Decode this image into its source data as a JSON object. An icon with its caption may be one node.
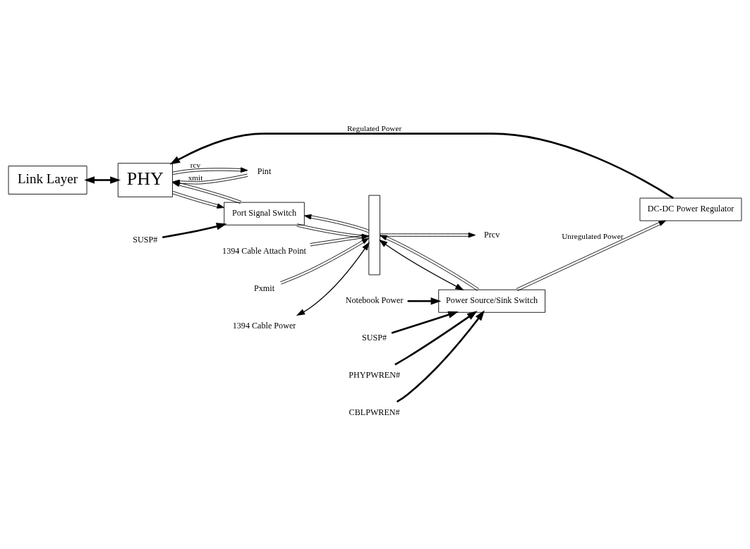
{
  "diagram": {
    "nodes": [
      {
        "text": [
          "Link Layer"
        ]
      },
      {
        "text": [
          "1394 Cable Attach Point"
        ]
      },
      {
        "text": [],
        "shape": "bar"
      },
      {
        "text": [
          "Pxmit"
        ]
      },
      {
        "text": [
          "Prcv"
        ]
      },
      {
        "text": [
          "Port Signal Switch"
        ]
      },
      {
        "text": [
          "PHY"
        ]
      },
      {
        "text": [
          "Pint"
        ]
      },
      {
        "text": [
          "SUSP#"
        ]
      },
      {
        "text": [
          "1394 Cable Power"
        ]
      },
      {
        "text": [
          "Notebook Power"
        ]
      },
      {
        "text": [
          "Power Source/Sink Switch"
        ]
      },
      {
        "text": [
          "DC-DC Power Regulator"
        ]
      },
      {
        "text": [
          "SUSP#"
        ]
      },
      {
        "text": [
          "PHYPWREN#"
        ]
      },
      {
        "text": [
          "CBLPWREN#"
        ]
      }
    ],
    "edges": [
      {
        "from": 0,
        "to": 6,
        "arrow": "both",
        "style": "thick"
      },
      {
        "from": 1,
        "to": 2,
        "arrow": "to"
      },
      {
        "from": 3,
        "to": 2,
        "arrow": "to"
      },
      {
        "from": 2,
        "to": 4,
        "arrow": "to"
      },
      {
        "from": 2,
        "to": 5,
        "arrow": "to"
      },
      {
        "from": 5,
        "to": 2,
        "arrow": "to"
      },
      {
        "from": 5,
        "to": 6,
        "arrow": "to"
      },
      {
        "from": 6,
        "to": 5,
        "arrow": "to"
      },
      {
        "from": 6,
        "to": 7,
        "arrow": "to",
        "label": "rcv"
      },
      {
        "from": 7,
        "to": 6,
        "arrow": "to",
        "label": "xmit"
      },
      {
        "from": 8,
        "to": 5,
        "arrow": "to",
        "style": "thick"
      },
      {
        "from": 9,
        "to": 2,
        "arrow": "both"
      },
      {
        "from": 2,
        "to": 11,
        "arrow": "both"
      },
      {
        "from": 11,
        "to": 2,
        "arrow": "to"
      },
      {
        "from": 10,
        "to": 11,
        "arrow": "to",
        "style": "thick"
      },
      {
        "from": 13,
        "to": 11,
        "arrow": "to",
        "style": "thick"
      },
      {
        "from": 14,
        "to": 11,
        "arrow": "to",
        "style": "thick"
      },
      {
        "from": 15,
        "to": 11,
        "arrow": "to",
        "style": "thick"
      },
      {
        "from": 11,
        "to": 12,
        "arrow": "to",
        "label": "Unregulated Power"
      },
      {
        "from": 12,
        "to": 6,
        "arrow": "to",
        "style": "thick",
        "label": "Regulated Power"
      }
    ]
  }
}
